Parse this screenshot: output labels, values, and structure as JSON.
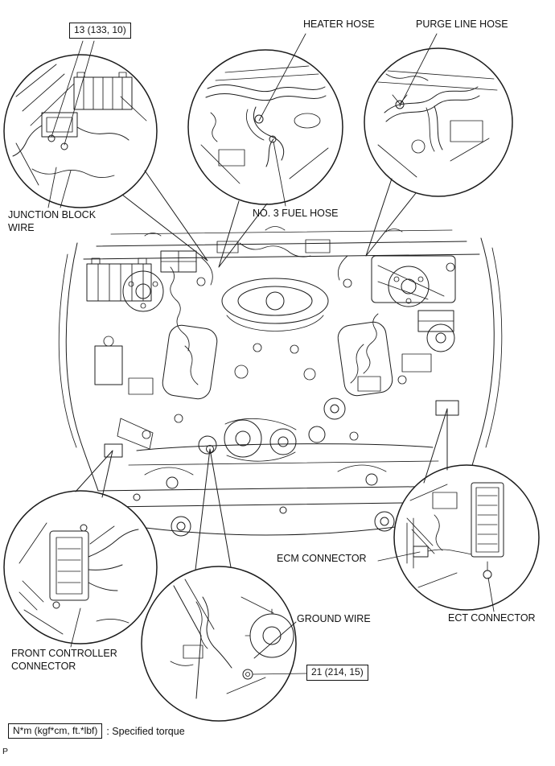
{
  "figure": {
    "callouts": {
      "junction_block": {
        "torque_spec": "13 (133, 10)",
        "label_line1": "JUNCTION BLOCK",
        "label_line2": "WIRE"
      },
      "heater": {
        "heater_hose": "HEATER HOSE",
        "fuel_hose": "NO. 3 FUEL HOSE"
      },
      "purge": {
        "label": "PURGE LINE HOSE"
      },
      "front_controller": {
        "label_line1": "FRONT CONTROLLER",
        "label_line2": "CONNECTOR"
      },
      "ground": {
        "label": "GROUND WIRE",
        "torque_spec": "21 (214, 15)"
      },
      "ecm": {
        "ecm_label": "ECM CONNECTOR",
        "ect_label": "ECT CONNECTOR"
      }
    },
    "legend": {
      "unit_box": "N*m (kgf*cm, ft.*lbf)",
      "note": ": Specified torque"
    },
    "page_marker": "P"
  }
}
